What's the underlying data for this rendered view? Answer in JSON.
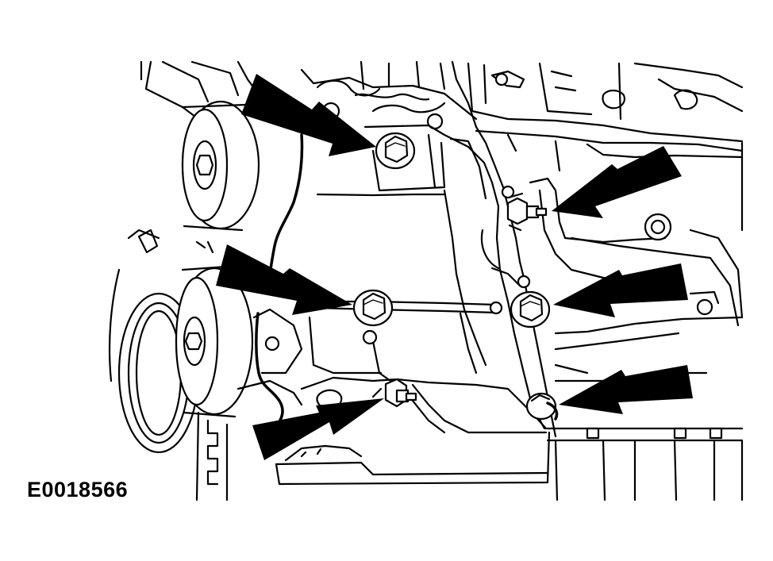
{
  "figure": {
    "id_label": "E0018566",
    "subject": "engine-front-bracket-fasteners",
    "callout_arrows": [
      {
        "name": "arrow-upper-left-bolt",
        "target": "upper-left-bolt"
      },
      {
        "name": "arrow-upper-right-stud",
        "target": "upper-right-stud"
      },
      {
        "name": "arrow-middle-left-bolt",
        "target": "middle-left-bolt"
      },
      {
        "name": "arrow-middle-right-bolt",
        "target": "middle-right-bolt"
      },
      {
        "name": "arrow-lower-left-stud",
        "target": "lower-left-stud"
      },
      {
        "name": "arrow-lower-right-bolt",
        "target": "lower-right-bolt"
      }
    ],
    "colors": {
      "line": "#000000",
      "background": "#ffffff"
    }
  }
}
